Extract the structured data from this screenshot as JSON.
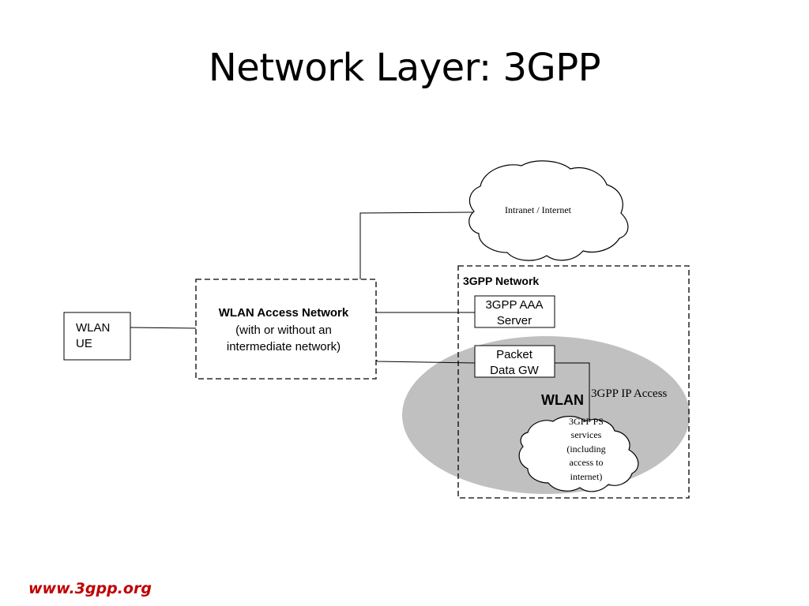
{
  "slide": {
    "title": "Network Layer: 3GPP",
    "footer": "www.3gpp.org"
  },
  "diagram": {
    "wlan_ue": {
      "line1": "WLAN",
      "line2": "UE"
    },
    "wlan_access_network": {
      "title": "WLAN Access Network",
      "line2": "(with or without an",
      "line3": "intermediate network)"
    },
    "internet_cloud": {
      "label": "Intranet / Internet"
    },
    "gpp_network": {
      "label": "3GPP Network"
    },
    "aaa_server": {
      "line1": "3GPP AAA",
      "line2": "Server"
    },
    "packet_gw": {
      "line1": "Packet",
      "line2": "Data GW"
    },
    "wlan_region": {
      "label": "WLAN",
      "ip_access_label": "3GPP IP Access"
    },
    "ps_services_cloud": {
      "line1": "3GPP PS",
      "line2": "services",
      "line3": "(including",
      "line4": "access to",
      "line5": "internet)"
    },
    "colors": {
      "wlan_ellipse_fill": "#c0c0c0",
      "footer_text": "#c00000"
    }
  }
}
